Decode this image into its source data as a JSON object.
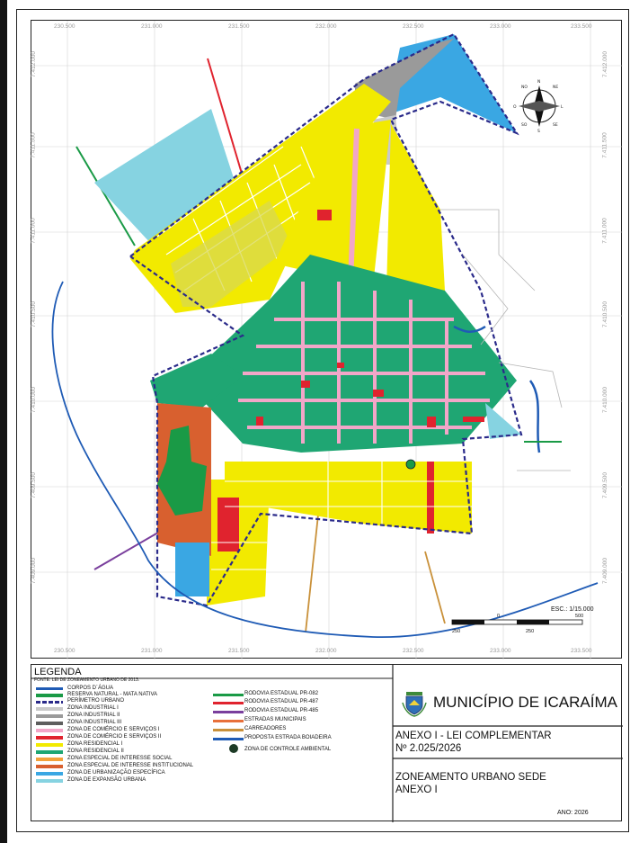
{
  "map": {
    "grid_x_labels": [
      "230.500",
      "231.000",
      "231.500",
      "232.000",
      "232.500",
      "233.000",
      "233.500"
    ],
    "grid_y_labels": [
      "7.412.000",
      "7.411.500",
      "7.411.000",
      "7.410.500",
      "7.410.000",
      "7.409.500",
      "7.409.000"
    ],
    "scale_text": "ESC.: 1/15.000",
    "scale_ticks": [
      "250",
      "0",
      "250",
      "500"
    ],
    "north_arrow": {
      "labels": [
        "N",
        "NE",
        "L",
        "SE",
        "S",
        "SO",
        "O",
        "NO"
      ]
    }
  },
  "legend": {
    "title": "LEGENDA",
    "source": "FONTE: LEI DE ZONEAMENTO URBANO DE 2013.",
    "zones": [
      {
        "label": "CORPOS D´ÁGUA",
        "color": "#1f5bb5",
        "kind": "line"
      },
      {
        "label": "RESERVA NATURAL - MATA NATIVA",
        "color": "#1a9a46",
        "kind": "fill"
      },
      {
        "label": "PERÍMETRO URBANO",
        "color": "#2a2a8a",
        "kind": "dash"
      },
      {
        "label": "ZONA INDUSTRIAL I",
        "color": "#c9c9c9",
        "kind": "fill"
      },
      {
        "label": "ZONA INDUSTRIAL II",
        "color": "#9a9a9a",
        "kind": "fill"
      },
      {
        "label": "ZONA INDUSTRIAL III",
        "color": "#5e5e5e",
        "kind": "fill"
      },
      {
        "label": "ZONA DE COMÉRCIO E SERVIÇOS I",
        "color": "#f2a6c8",
        "kind": "fill"
      },
      {
        "label": "ZONA DE COMÉRCIO E SERVIÇOS II",
        "color": "#e0232e",
        "kind": "fill"
      },
      {
        "label": "ZONA RESIDENCIAL I",
        "color": "#f2ea00",
        "kind": "fill"
      },
      {
        "label": "ZONA RESIDENCIAL II",
        "color": "#1fa673",
        "kind": "fill"
      },
      {
        "label": "ZONA ESPECIAL DE INTERESSE SOCIAL",
        "color": "#f4a23b",
        "kind": "fill"
      },
      {
        "label": "ZONA ESPECIAL DE INTERESSE INSTITUCIONAL",
        "color": "#d8602f",
        "kind": "fill"
      },
      {
        "label": "ZONA DE URBANIZAÇÃO ESPECÍFICA",
        "color": "#3aa7e3",
        "kind": "fill"
      },
      {
        "label": "ZONA DE EXPANSÃO URBANA",
        "color": "#86d3e1",
        "kind": "fill"
      }
    ],
    "roads": [
      {
        "label": "RODOVIA ESTADUAL PR-082",
        "color": "#1a9a46"
      },
      {
        "label": "RODOVIA ESTADUAL PR-487",
        "color": "#e0232e"
      },
      {
        "label": "RODOVIA ESTADUAL PR-485",
        "color": "#7a3f9d"
      },
      {
        "label": "ESTRADAS MUNICIPAIS",
        "color": "#e8703a"
      },
      {
        "label": "CARREADORES",
        "color": "#c9913a"
      },
      {
        "label": "PROPOSTA ESTRADA BOIADEIRA",
        "color": "#1f5bb5"
      }
    ],
    "controle": "ZONA DE CONTROLE AMBIENTAL"
  },
  "title_block": {
    "municipio": "MUNICÍPIO DE ICARAÍMA",
    "anexo": "ANEXO I - LEI COMPLEMENTAR",
    "lei": "Nº 2.025/2026",
    "tema": "ZONEAMENTO URBANO SEDE",
    "tema2": "ANEXO I",
    "ano": "ANO: 2026"
  },
  "colors": {
    "blue_line": "#1f5bb5",
    "res1": "#f2ea00",
    "res2": "#1fa673",
    "com1": "#f2a6c8",
    "com2": "#e0232e",
    "exp": "#86d3e1",
    "urb": "#3aa7e3",
    "inst": "#d8602f",
    "mata": "#1a9a46",
    "ind1": "#c9c9c9",
    "ind2": "#9a9a9a",
    "ind3": "#5e5e5e",
    "social": "#f4a23b",
    "perimetro": "#2a2a8a"
  }
}
